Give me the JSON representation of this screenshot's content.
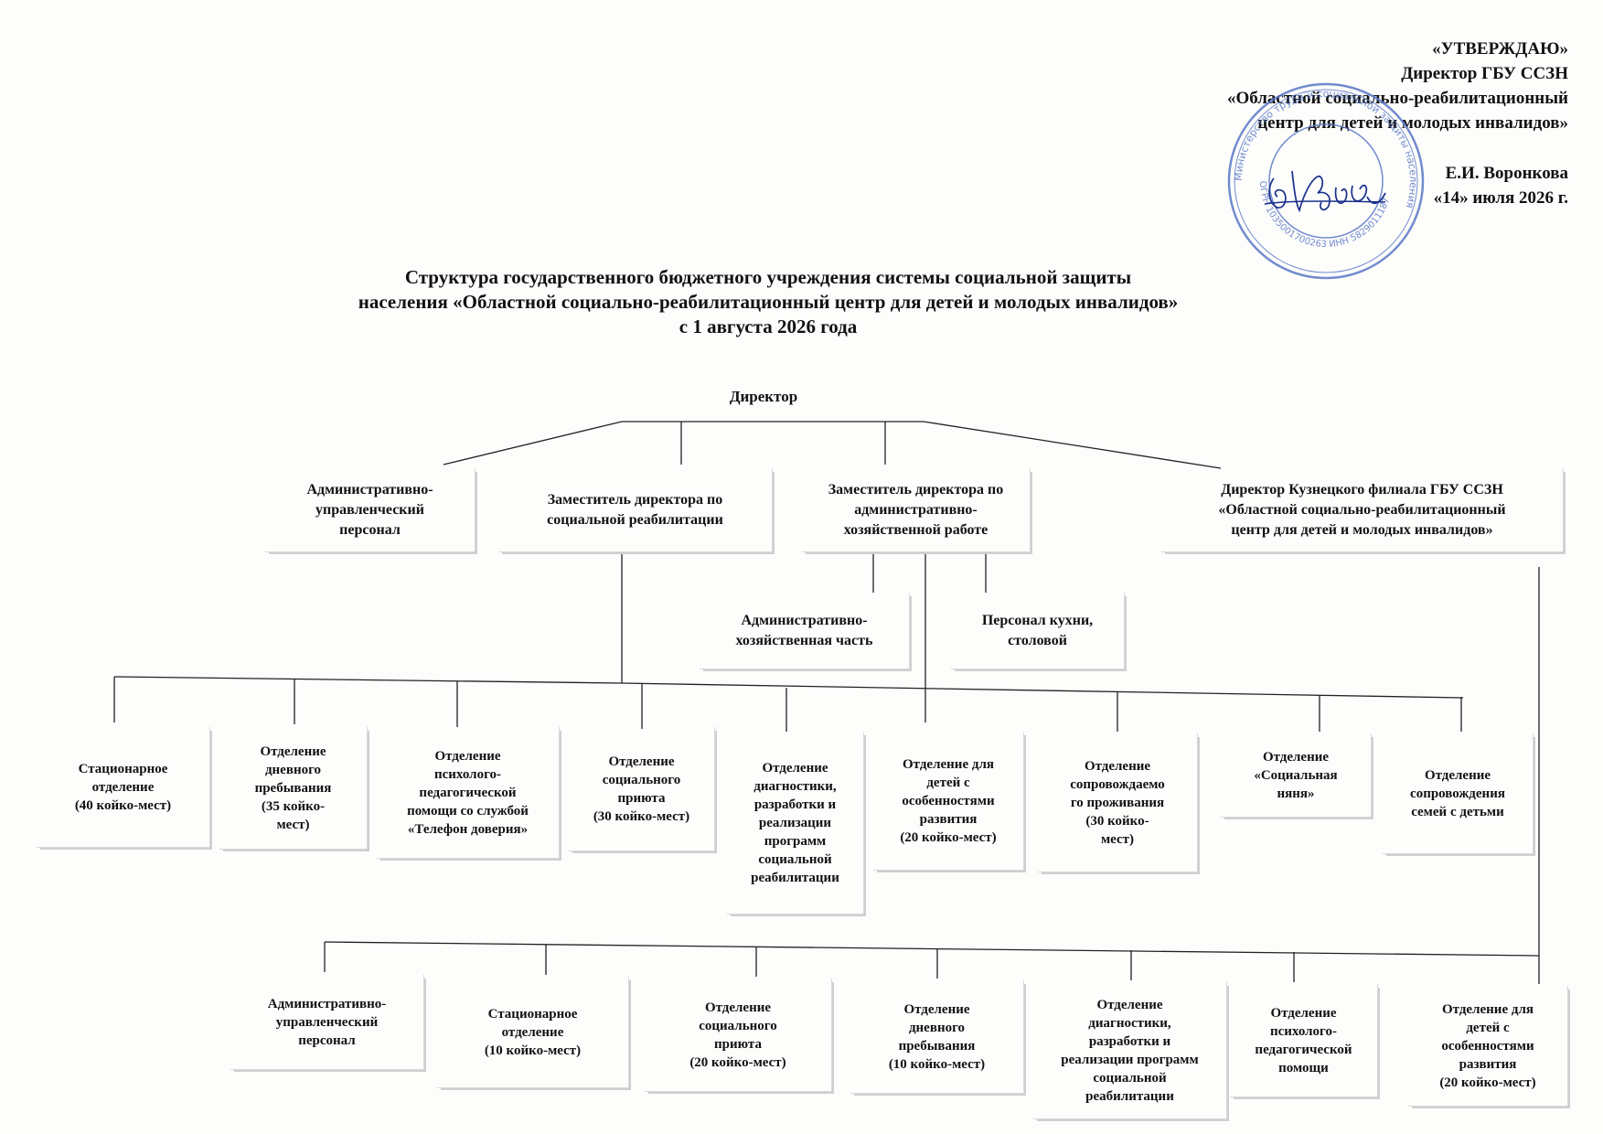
{
  "approval": {
    "line1": "«УТВЕРЖДАЮ»",
    "line2": "Директор ГБУ ССЗН",
    "line3": "«Областной социально-реабилитационный",
    "line4": "центр для детей и молодых инвалидов»",
    "signer": "Е.И. Воронкова",
    "date": "«14» июля 2026 г."
  },
  "stamp": {
    "inner_text": "ОГРН 1035001700263 ИНН 5829011187",
    "outer_text": "Министерство труда и социальной защиты населения"
  },
  "title": {
    "line1": "Структура государственного бюджетного учреждения системы социальной защиты",
    "line2": "населения «Областной социально-реабилитационный центр для детей и молодых инвалидов»",
    "line3": "с 1 августа 2026 года"
  },
  "director": "Директор",
  "level1": [
    "Административно-\nуправленческий\nперсонал",
    "Заместитель директора по\nсоциальной реабилитации",
    "Заместитель директора по\nадминистративно-\nхозяйственной работе",
    "Директор Кузнецкого филиала ГБУ ССЗН\n«Областной социально-реабилитационный\nцентр для детей и молодых инвалидов»"
  ],
  "level2": [
    "Административно-\nхозяйственная часть",
    "Персонал кухни,\nстоловой"
  ],
  "departments": [
    "Стационарное\nотделение\n(40 койко-мест)",
    "Отделение\nдневного\nпребывания\n(35 койко-\nмест)",
    "Отделение\nпсихолого-\nпедагогической\nпомощи со службой\n«Телефон доверия»",
    "Отделение\nсоциального\nприюта\n(30 койко-мест)",
    "Отделение\nдиагностики,\nразработки и\nреализации\nпрограмм\nсоциальной\nреабилитации",
    "Отделение для\nдетей с\nособенностями\nразвития\n(20 койко-мест)",
    "Отделение\nсопровождаемо\nго проживания\n(30 койко-\nмест)",
    "Отделение\n«Социальная\nняня»",
    "Отделение\nсопровождения\nсемей с детьми"
  ],
  "branch": [
    "Административно-\nуправленческий\nперсонал",
    "Стационарное\nотделение\n(10 койко-мест)",
    "Отделение\nсоциального\nприюта\n(20 койко-мест)",
    "Отделение\nдневного\nпребывания\n(10 койко-мест)",
    "Отделение\nдиагностики,\nразработки и\nреализации программ\nсоциальной\nреабилитации",
    "Отделение\nпсихолого-\nпедагогической\nпомощи",
    "Отделение для\nдетей с\nособенностями\nразвития\n(20 койко-мест)"
  ]
}
